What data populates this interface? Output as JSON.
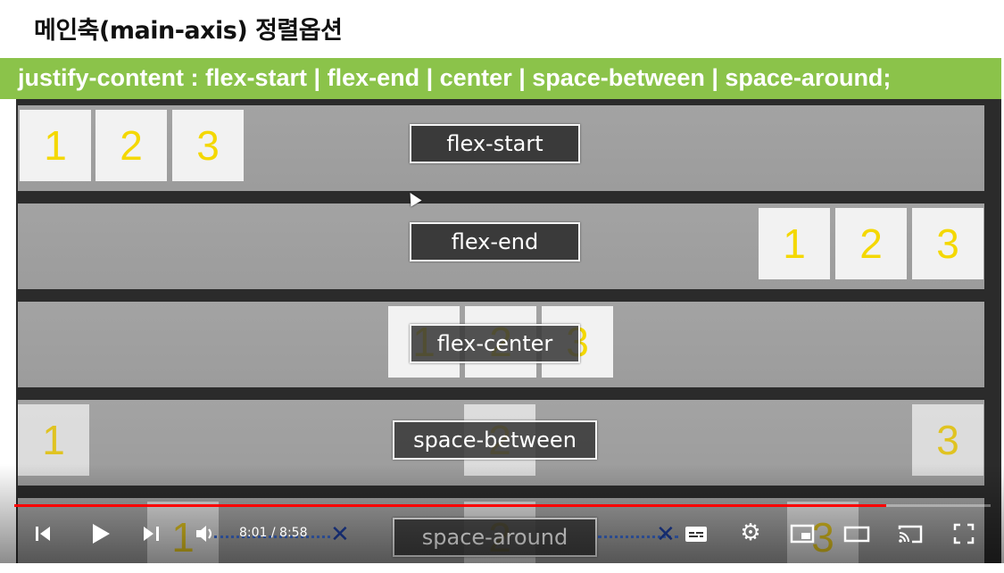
{
  "slide": {
    "title": "메인축(main-axis) 정렬옵션",
    "syntax": "justify-content : flex-start | flex-end | center | space-between | space-around;"
  },
  "rows": [
    {
      "label": "flex-start",
      "boxes": [
        "1",
        "2",
        "3"
      ]
    },
    {
      "label": "flex-end",
      "boxes": [
        "1",
        "2",
        "3"
      ]
    },
    {
      "label": "flex-center",
      "boxes": [
        "1",
        "2",
        "3"
      ]
    },
    {
      "label": "space-between",
      "boxes": [
        "1",
        "2",
        "3"
      ]
    },
    {
      "label": "space-around",
      "boxes": [
        "1",
        "2",
        "3"
      ]
    }
  ],
  "player": {
    "current_time": "8:01 / 8:58",
    "progress": 0.8935,
    "accent": "#ff0000",
    "buttons": [
      "previous-icon",
      "play-icon",
      "next-icon",
      "volume-icon",
      "subtitles-icon",
      "settings-icon",
      "miniplayer-icon",
      "theater-icon",
      "cast-icon",
      "fullscreen-icon"
    ]
  }
}
